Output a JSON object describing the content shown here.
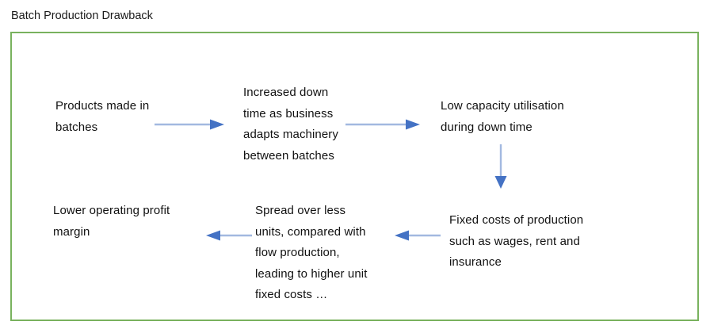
{
  "page": {
    "title": "Batch Production Drawback",
    "frame_border_color": "#79B25E",
    "background_color": "#ffffff",
    "text_color": "#111111"
  },
  "diagram": {
    "type": "flowchart",
    "arrow_line_color": "#A3B9E0",
    "arrow_head_color": "#4472C4",
    "nodes": [
      {
        "id": "products-made-in-batches",
        "text": "Products made in\nbatches"
      },
      {
        "id": "increased-down-time",
        "text": "Increased down\ntime as business\nadapts machinery\nbetween batches"
      },
      {
        "id": "low-capacity-utilisation",
        "text": "Low capacity utilisation\nduring down time"
      },
      {
        "id": "fixed-costs-of-production",
        "text": "Fixed costs of production\nsuch as wages, rent and\ninsurance"
      },
      {
        "id": "spread-over-less-units",
        "text": "Spread over less\nunits, compared with\nflow production,\nleading to higher unit\nfixed costs …"
      },
      {
        "id": "lower-operating-profit-margin",
        "text": "Lower operating profit\nmargin"
      }
    ],
    "connectors": [
      {
        "id": "arrow-products-to-downtime",
        "direction": "right",
        "from": "products-made-in-batches",
        "to": "increased-down-time"
      },
      {
        "id": "arrow-downtime-to-capacity",
        "direction": "right",
        "from": "increased-down-time",
        "to": "low-capacity-utilisation"
      },
      {
        "id": "arrow-capacity-to-fixedcosts",
        "direction": "down",
        "from": "low-capacity-utilisation",
        "to": "fixed-costs-of-production"
      },
      {
        "id": "arrow-fixedcosts-to-spread",
        "direction": "left",
        "from": "fixed-costs-of-production",
        "to": "spread-over-less-units"
      },
      {
        "id": "arrow-spread-to-margin",
        "direction": "left",
        "from": "spread-over-less-units",
        "to": "lower-operating-profit-margin"
      }
    ]
  }
}
